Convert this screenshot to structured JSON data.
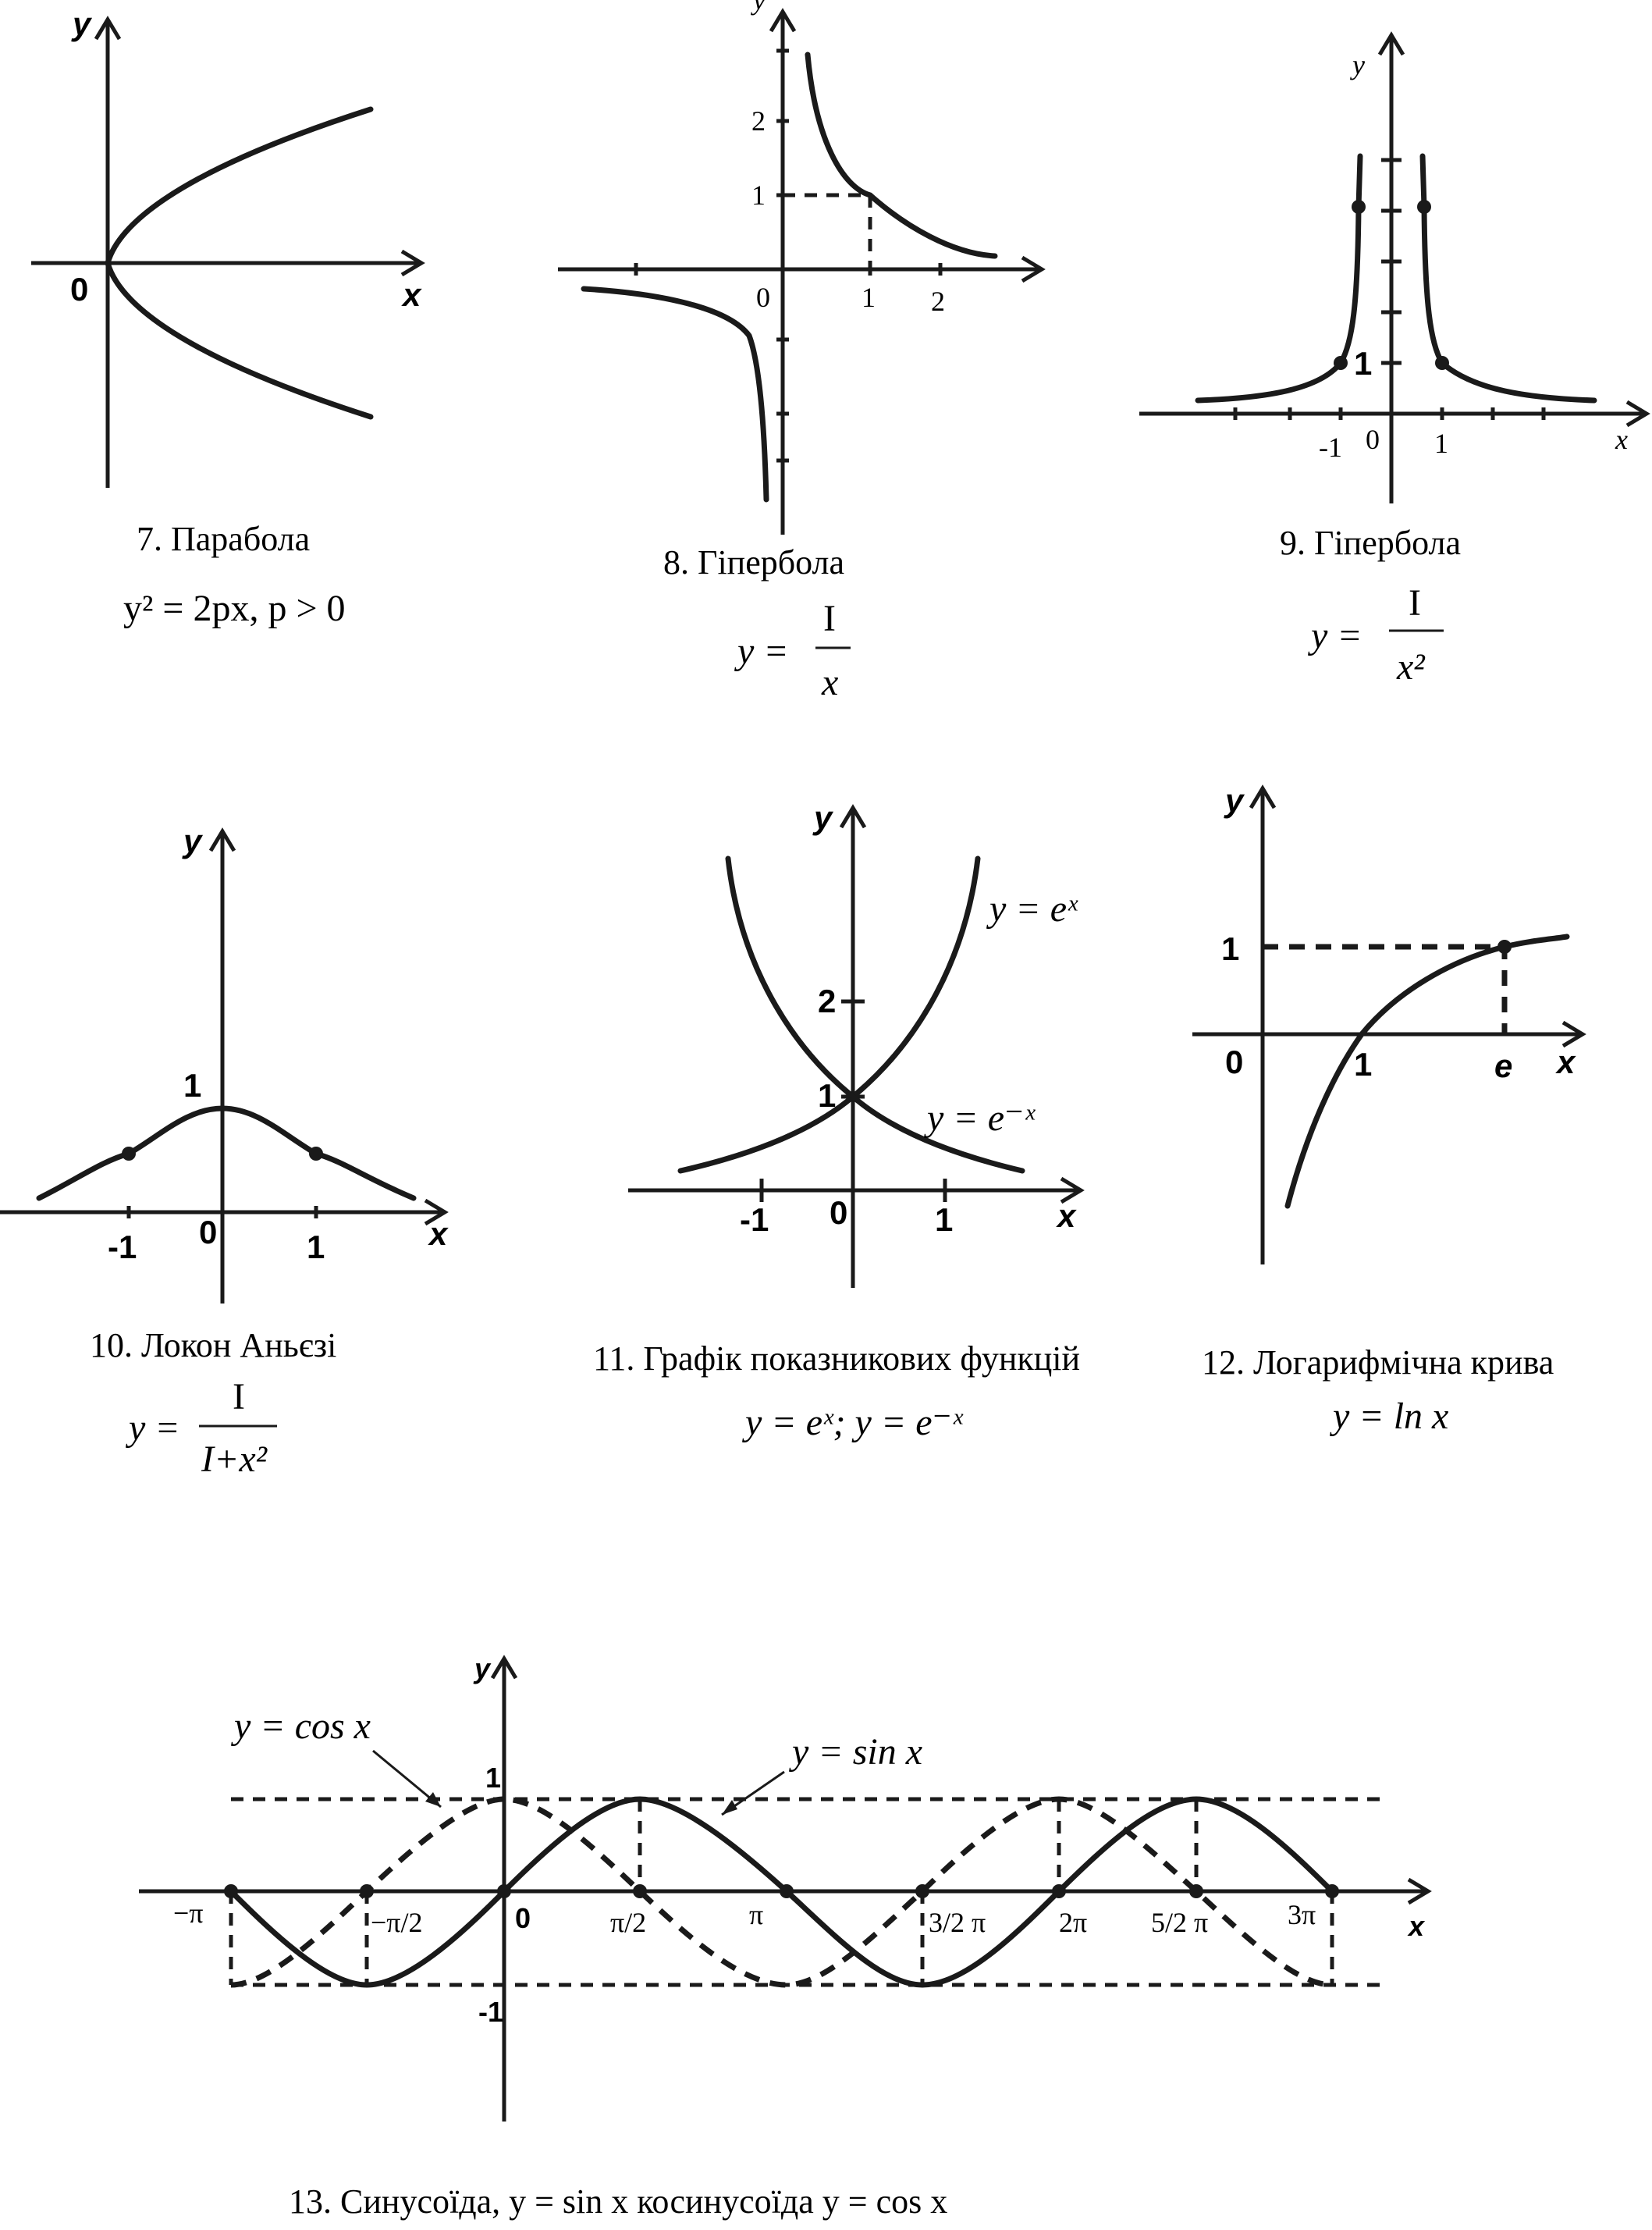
{
  "panels": {
    "p7": {
      "caption": "7. Парабола",
      "formula": "y² = 2px, p > 0",
      "axis_x": "x",
      "axis_y": "y",
      "origin": "0"
    },
    "p8": {
      "caption": "8. Гіпербола",
      "formula_lhs": "y =",
      "formula_num": "I",
      "formula_den": "x",
      "axis_x": "",
      "axis_y": "y",
      "origin": "0",
      "tick_x": [
        "1",
        "2"
      ],
      "tick_y": [
        "1",
        "2"
      ]
    },
    "p9": {
      "caption": "9. Гіпербола",
      "formula_lhs": "y =",
      "formula_num": "I",
      "formula_den": "x²",
      "axis_x": "x",
      "axis_y": "y",
      "origin": "0",
      "tick_x": [
        "-1",
        "1"
      ],
      "tick_y": [
        "1"
      ]
    },
    "p10": {
      "caption": "10. Локон Аньєзі",
      "formula_lhs": "y =",
      "formula_num": "I",
      "formula_den": "I+x²",
      "axis_x": "x",
      "axis_y": "y",
      "origin": "0",
      "tick_x": [
        "-1",
        "1"
      ],
      "tick_y": [
        "1"
      ]
    },
    "p11": {
      "caption": "11. Графік показникових функцій",
      "formula": "y = eˣ; y = e⁻ˣ",
      "axis_x": "x",
      "axis_y": "y",
      "origin": "0",
      "tick_x": [
        "-1",
        "1"
      ],
      "tick_y": [
        "1",
        "2"
      ],
      "curve_label_1": "y = eˣ",
      "curve_label_2": "y = e⁻ˣ"
    },
    "p12": {
      "caption": "12. Логарифмічна крива",
      "formula": "y = ln x",
      "axis_x": "x",
      "axis_y": "y",
      "origin": "0",
      "tick_x": [
        "1",
        "e"
      ],
      "tick_y": [
        "1"
      ]
    },
    "p13": {
      "caption": "13. Синусоїда, y = sin x  косинусоїда y = cos x",
      "axis_x": "x",
      "axis_y": "y",
      "origin": "0",
      "tick_y": [
        "1",
        "-1"
      ],
      "tick_x": [
        "−π",
        "−π/2",
        "π/2",
        "π",
        "3/2 π",
        "2π",
        "5/2 π",
        "3π"
      ],
      "label_cos": "y = cos x",
      "label_sin": "y = sin x"
    }
  }
}
